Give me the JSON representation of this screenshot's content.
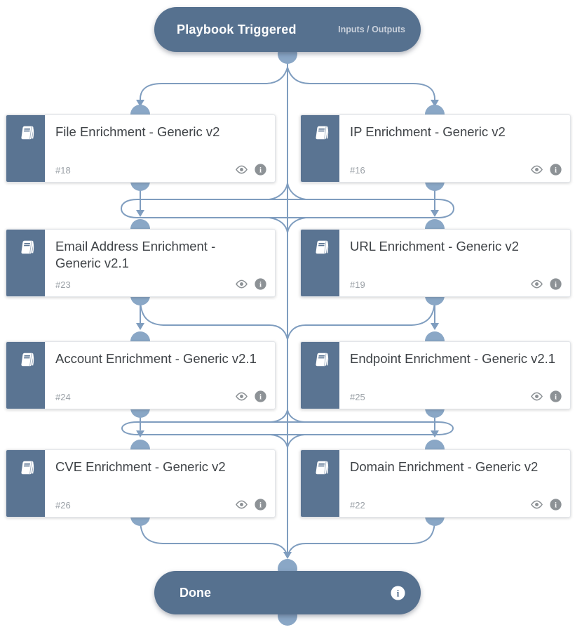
{
  "trigger": {
    "title": "Playbook Triggered",
    "io_label": "Inputs / Outputs"
  },
  "done": {
    "title": "Done"
  },
  "tasks": [
    {
      "title": "File Enrichment - Generic v2",
      "id": "#18"
    },
    {
      "title": "IP Enrichment - Generic v2",
      "id": "#16"
    },
    {
      "title": "Email Address Enrichment - Generic v2.1",
      "id": "#23"
    },
    {
      "title": "URL Enrichment - Generic v2",
      "id": "#19"
    },
    {
      "title": "Account Enrichment - Generic v2.1",
      "id": "#24"
    },
    {
      "title": "Endpoint Enrichment - Generic v2.1",
      "id": "#25"
    },
    {
      "title": "CVE Enrichment - Generic v2",
      "id": "#26"
    },
    {
      "title": "Domain Enrichment - Generic v2",
      "id": "#22"
    }
  ],
  "icons": {
    "task_type": "playbook-book-icon",
    "preview": "eye-icon",
    "info": "info-icon"
  },
  "colors": {
    "node_fill": "#56718f",
    "card_sidebar": "#5a7492",
    "connector_line": "#7f9dbf",
    "connector_dot": "#8aa7c6",
    "title_text": "#3f4347",
    "muted_text": "#9aa0a6",
    "icon_gray": "#8d9296"
  }
}
